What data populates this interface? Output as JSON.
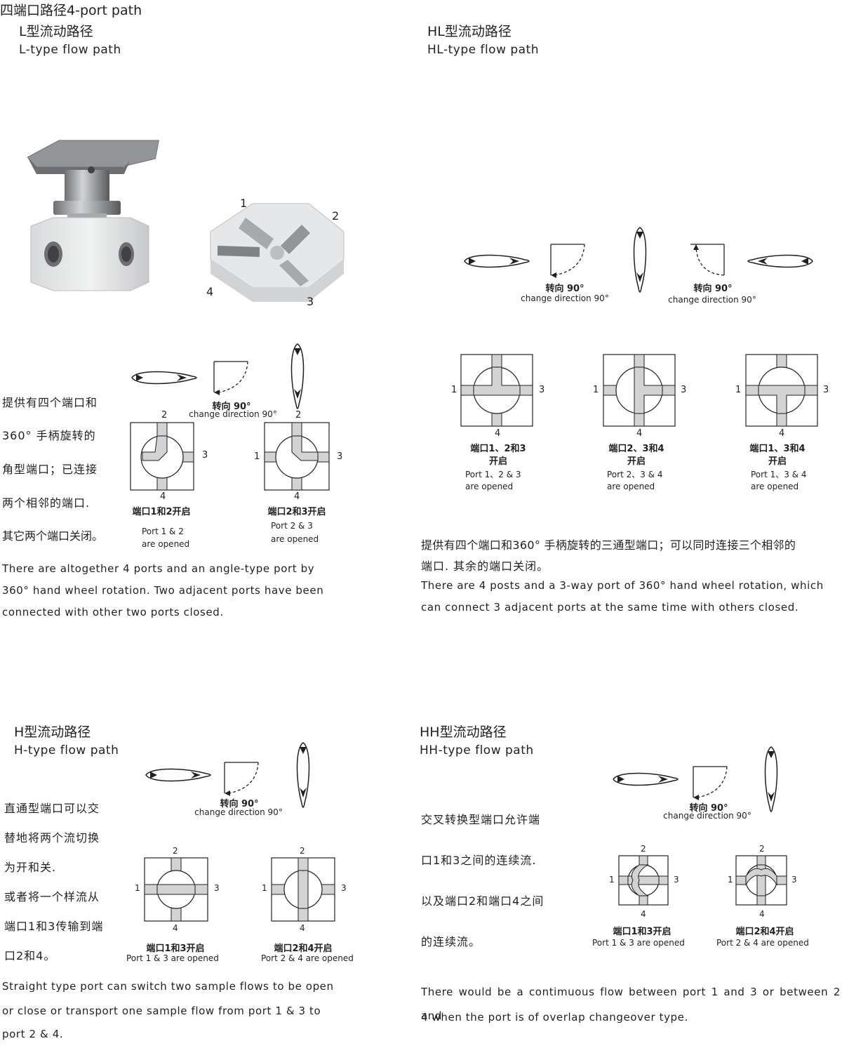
{
  "page_title": "四端口路径4-port path",
  "rotate_cn": "转向 90°",
  "rotate_en": "change direction 90°",
  "port_numbers": [
    "1",
    "2",
    "3",
    "4"
  ],
  "l_section": {
    "title_cn": "L型流动路径",
    "title_en": "L-type flow path",
    "desc_cn": [
      "提供有四个端口和",
      "360° 手柄旋转的",
      "角型端口；已连接",
      "两个相邻的端口.",
      "其它两个端口关闭。"
    ],
    "desc_en": [
      "There are altogether 4 ports and an angle-type port by",
      "360° hand wheel rotation. Two adjacent ports have been",
      "connected with other two ports closed."
    ],
    "diagrams": [
      {
        "cap_cn": "端口1和2开启",
        "cap_en1": "Port 1 & 2",
        "cap_en2": "are opened"
      },
      {
        "cap_cn": "端口2和3开启",
        "cap_en1": "Port 2 & 3",
        "cap_en2": "are opened"
      }
    ]
  },
  "hl_section": {
    "title_cn": "HL型流动路径",
    "title_en": "HL-type flow path",
    "desc_cn": [
      "提供有四个端口和360° 手柄旋转的三通型端口；可以同时连接三个相邻的",
      "端口. 其余的端口关闭。"
    ],
    "desc_en": [
      "There are 4 posts and a 3-way port of 360° hand wheel rotation, which",
      "can connect 3 adjacent ports at the same time with others closed."
    ],
    "diagrams": [
      {
        "cap_cn1": "端口1、2和3",
        "cap_cn2": "开启",
        "cap_en1": "Port 1、2 & 3",
        "cap_en2": "are opened"
      },
      {
        "cap_cn1": "端口2、3和4",
        "cap_cn2": "开启",
        "cap_en1": "Port 2、3 & 4",
        "cap_en2": "are opened"
      },
      {
        "cap_cn1": "端口1、3和4",
        "cap_cn2": "开启",
        "cap_en1": "Port 1、3 & 4",
        "cap_en2": "are opened"
      }
    ]
  },
  "h_section": {
    "title_cn": "H型流动路径",
    "title_en": "H-type flow path",
    "desc_cn": [
      "直通型端口可以交",
      "替地将两个流切换",
      "为开和关.",
      "或者将一个样流从",
      "端口1和3传输到端",
      "口2和4。"
    ],
    "desc_en": [
      "Straight type port can switch two sample flows to be open",
      "or close or transport one sample flow from port 1 & 3 to",
      "port 2 & 4."
    ],
    "diagrams": [
      {
        "cap_cn": "端口1和3开启",
        "cap_en": "Port 1 & 3 are opened"
      },
      {
        "cap_cn": "端口2和4开启",
        "cap_en": "Port 2 & 4 are opened"
      }
    ]
  },
  "hh_section": {
    "title_cn": "HH型流动路径",
    "title_en": "HH-type flow path",
    "desc_cn": [
      "交叉转换型端口允许端",
      "口1和3之间的连续流.",
      "以及端口2和端口4之间",
      "的连续流。"
    ],
    "desc_en": [
      "There would be a contimuous flow between port 1 and 3 or between 2 and",
      "4 when the port is of overlap changeover type."
    ],
    "diagrams": [
      {
        "cap_cn": "端口1和3开启",
        "cap_en": "Port 1 & 3 are opened"
      },
      {
        "cap_cn": "端口2和4开启",
        "cap_en": "Port 2 & 4 are opened"
      }
    ]
  }
}
